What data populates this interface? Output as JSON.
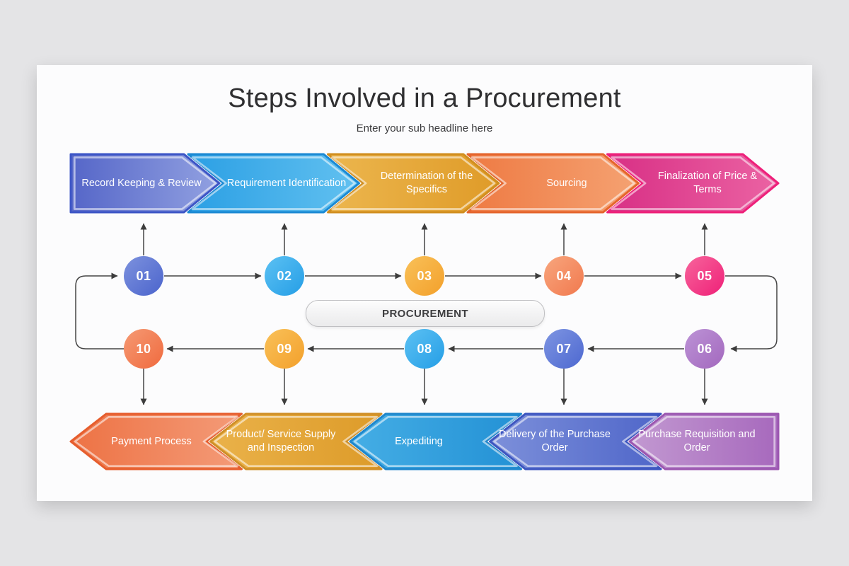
{
  "header": {
    "title": "Steps Involved in a Procurement",
    "subtitle": "Enter your sub headline here"
  },
  "top_row": {
    "arrows": [
      {
        "label": "Record Keeping & Review",
        "color_from": "#5566c8",
        "color_to": "#92a1e1",
        "rim": "#3c55c6"
      },
      {
        "label": "Requirement Identification",
        "color_from": "#2b9fe4",
        "color_to": "#62c1f0",
        "rim": "#1b89d3"
      },
      {
        "label": "Determination of the Specifics",
        "color_from": "#ecb64e",
        "color_to": "#df9b28",
        "rim": "#d18e1e"
      },
      {
        "label": "Sourcing",
        "color_from": "#ee7a43",
        "color_to": "#f5a272",
        "rim": "#e5642c"
      },
      {
        "label": "Finalization of Price & Terms",
        "color_from": "#d82f85",
        "color_to": "#eb63a3",
        "rim": "#ee1f79"
      }
    ]
  },
  "cycle": {
    "center_label": "PROCUREMENT",
    "connector_color": "#454545",
    "top_circles": [
      {
        "number": "01",
        "color_from": "#7d92de",
        "color_to": "#4b64cc"
      },
      {
        "number": "02",
        "color_from": "#5cc1f3",
        "color_to": "#259ee6"
      },
      {
        "number": "03",
        "color_from": "#f9c159",
        "color_to": "#f3a02b"
      },
      {
        "number": "04",
        "color_from": "#f8a67e",
        "color_to": "#f1794e"
      },
      {
        "number": "05",
        "color_from": "#f7659c",
        "color_to": "#ef2078"
      }
    ],
    "bottom_circles": [
      {
        "number": "10",
        "color_from": "#f59a74",
        "color_to": "#f06a3e"
      },
      {
        "number": "09",
        "color_from": "#f9c159",
        "color_to": "#f3a02b"
      },
      {
        "number": "08",
        "color_from": "#5cc1f3",
        "color_to": "#259ee6"
      },
      {
        "number": "07",
        "color_from": "#7e95e2",
        "color_to": "#4d68d0"
      },
      {
        "number": "06",
        "color_from": "#bc93d6",
        "color_to": "#a368be"
      }
    ]
  },
  "bottom_row": {
    "arrows": [
      {
        "label": "Payment Process",
        "color_from": "#ed7244",
        "color_to": "#f49b78",
        "rim": "#e65d2d"
      },
      {
        "label": "Product/ Service Supply and Inspection",
        "color_from": "#eab24a",
        "color_to": "#dd9b29",
        "rim": "#cf8f28"
      },
      {
        "label": "Expediting",
        "color_from": "#45aee5",
        "color_to": "#2391d5",
        "rim": "#1f86cb"
      },
      {
        "label": "Delivery of the Purchase Order",
        "color_from": "#7d90da",
        "color_to": "#4f66c9",
        "rim": "#3c55c0"
      },
      {
        "label": "Purchase Requisition and Order",
        "color_from": "#c299d1",
        "color_to": "#a769bd",
        "rim": "#9b56b0"
      }
    ]
  }
}
